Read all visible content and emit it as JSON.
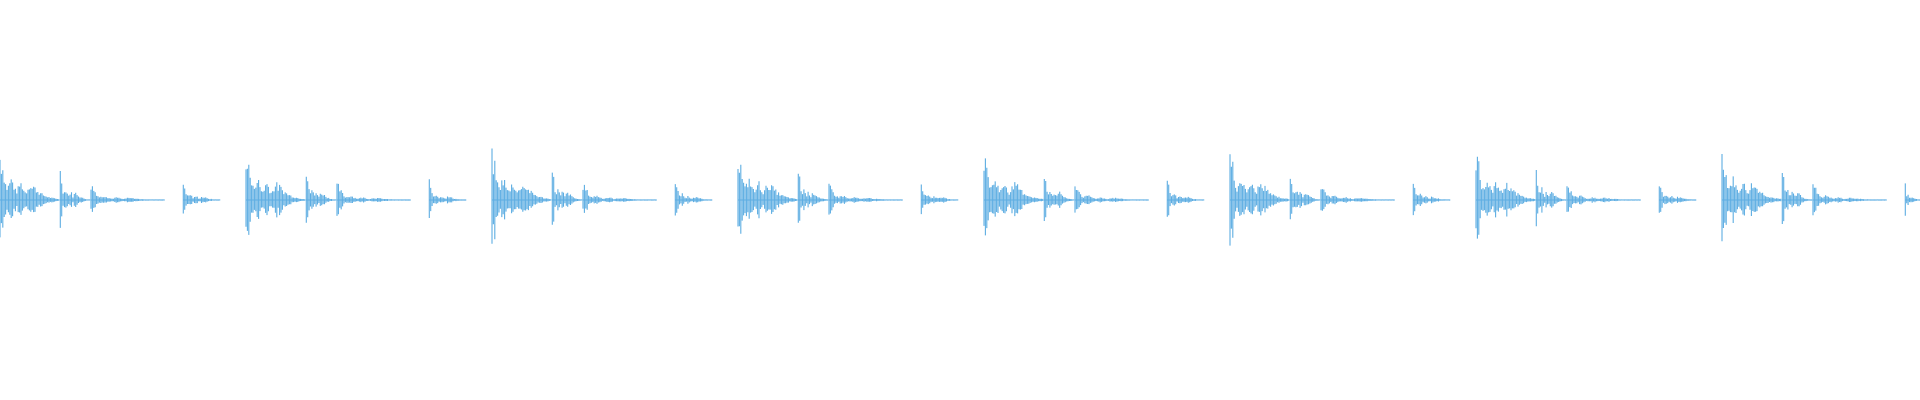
{
  "waveform": {
    "color": "#5DADE2",
    "background": "#FFFFFF",
    "bars": 8,
    "bar_pattern": [
      {
        "onset": 0.0,
        "decay": 0.24,
        "peak": 1.0,
        "sustain": 0.35
      },
      {
        "onset": 0.245,
        "decay": 0.12,
        "peak": 0.65,
        "sustain": 0.25
      },
      {
        "onset": 0.37,
        "decay": 0.3,
        "peak": 0.32,
        "sustain": 0.14
      },
      {
        "onset": 0.745,
        "decay": 0.15,
        "peak": 0.4,
        "sustain": 0.18
      }
    ]
  }
}
